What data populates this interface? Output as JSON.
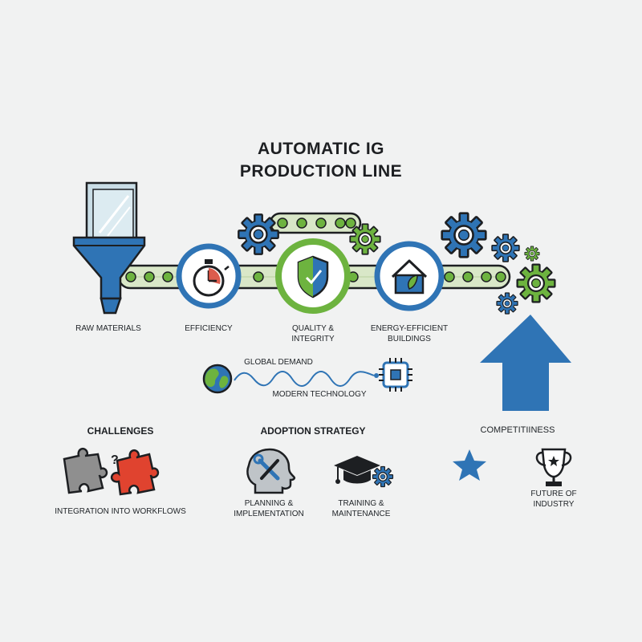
{
  "title": {
    "line1": "AUTOMATIC IG",
    "line2": "PRODUCTION LINE"
  },
  "production_line": {
    "raw_materials": "RAW MATERIALS",
    "efficiency": "EFFICIENCY",
    "quality": {
      "line1": "QUALITY &",
      "line2": "INTEGRITY"
    },
    "energy": {
      "line1": "ENERGY-EFFICIENT",
      "line2": "BUILDINGS"
    }
  },
  "drivers": {
    "global_demand": "GLOBAL DEMAND",
    "modern_technology": "MODERN TECHNOLOGY"
  },
  "challenges": {
    "heading": "CHALLENGES",
    "item": "INTEGRATION INTO WORKFLOWS"
  },
  "adoption": {
    "heading": "ADOPTION STRATEGY",
    "planning": {
      "line1": "PLANNING &",
      "line2": "IMPLEMENTATION"
    },
    "training": {
      "line1": "TRAINING &",
      "line2": "MAINTENANCE"
    }
  },
  "competitiveness": {
    "heading": "COMPETITIINESS",
    "future": {
      "line1": "FUTURE OF",
      "line2": "INDUSTRY"
    }
  },
  "colors": {
    "blue": "#2f74b5",
    "green": "#6db33f",
    "dark": "#1d1f22",
    "red": "#e0432f",
    "gray": "#8f8f8f"
  },
  "icons": [
    "funnel-icon",
    "stopwatch-icon",
    "shield-icon",
    "house-icon",
    "gear-icon",
    "globe-icon",
    "chip-icon",
    "puzzle-icon",
    "head-wrench-icon",
    "graduation-cap-icon",
    "star-icon",
    "trophy-icon",
    "up-arrow-icon"
  ]
}
